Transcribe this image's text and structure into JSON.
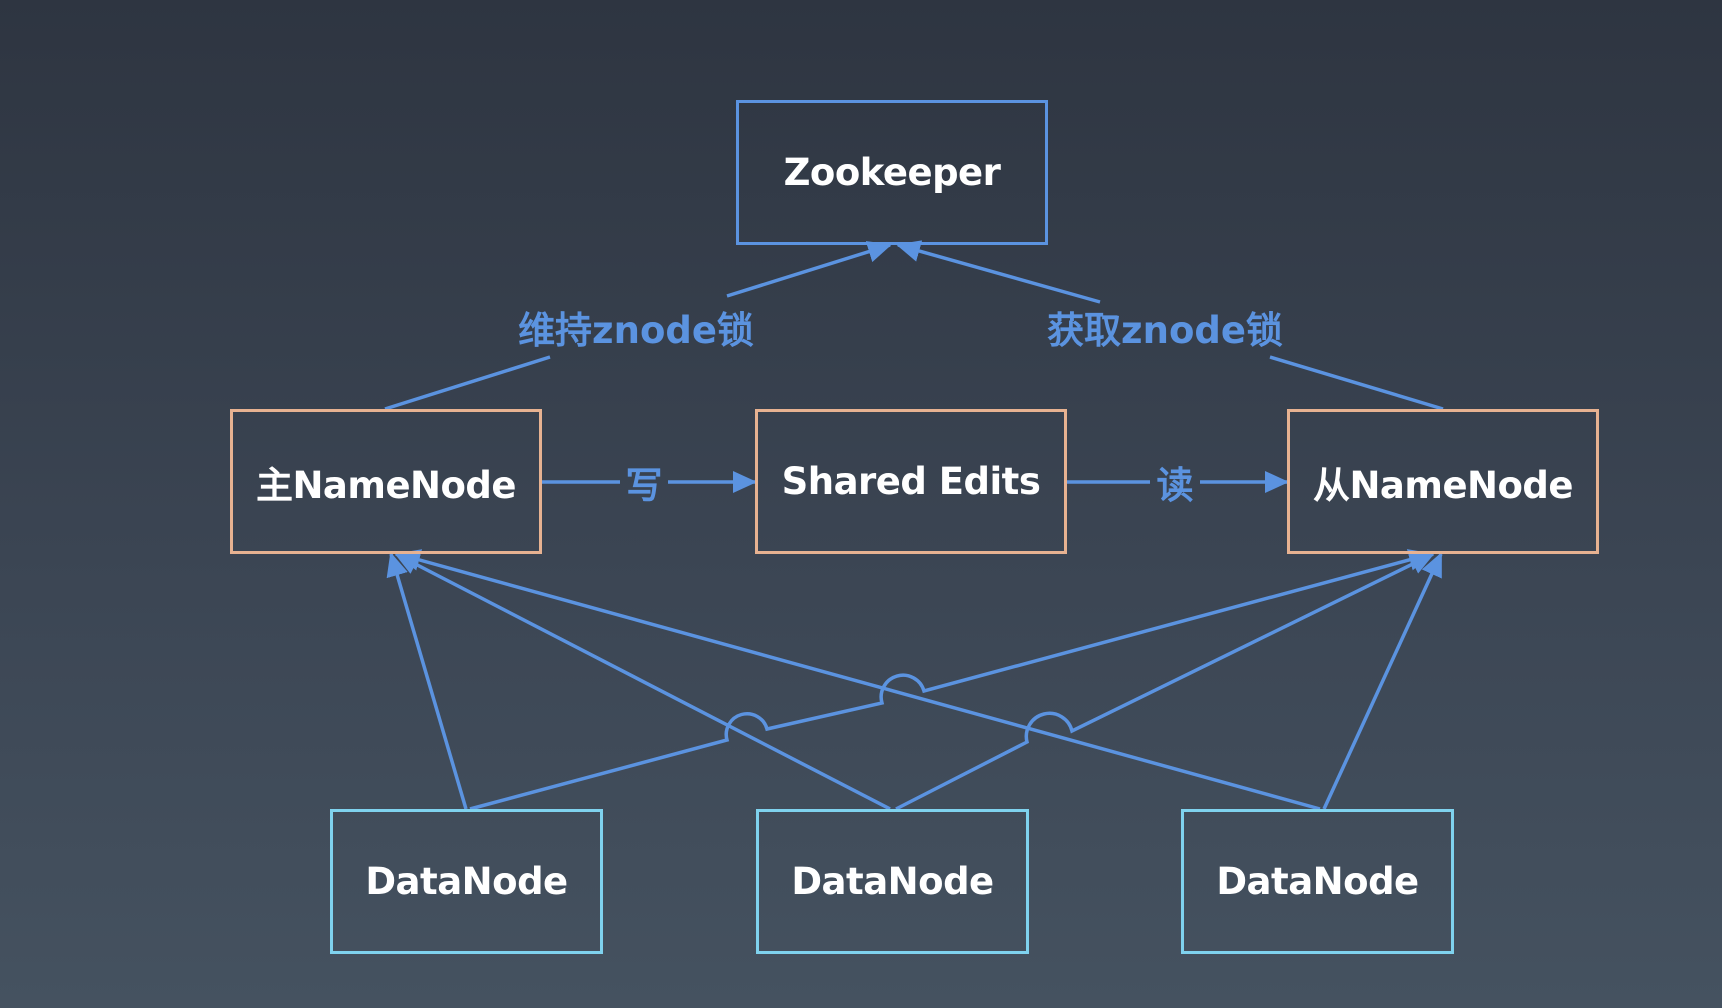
{
  "nodes": {
    "zookeeper": "Zookeeper",
    "active_namenode": "主NameNode",
    "shared_edits": "Shared Edits",
    "standby_namenode": "从NameNode",
    "datanodes": [
      "DataNode",
      "DataNode",
      "DataNode"
    ]
  },
  "edge_labels": {
    "hold_lock": "维持znode锁",
    "acquire_lock": "获取znode锁",
    "write": "写",
    "read": "读"
  },
  "colors": {
    "background": "#3a4350",
    "edge": "#5b93e0",
    "zookeeper_border": "#5b93e0",
    "namenode_border": "#e7b291",
    "datanode_border": "#7fd2ee",
    "node_text": "#ffffff"
  }
}
